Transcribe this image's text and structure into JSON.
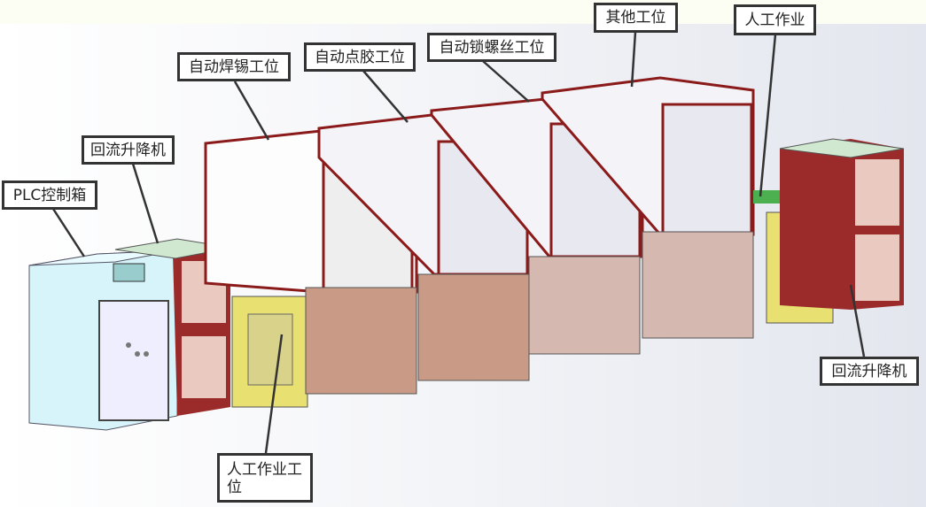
{
  "callouts": {
    "plc_box": "PLC控制箱",
    "reflow_lift_left": "回流升降机",
    "auto_soldering": "自动焊锡工位",
    "auto_dispensing": "自动点胶工位",
    "auto_screw": "自动锁螺丝工位",
    "other_station": "其他工位",
    "manual_work": "人工作业",
    "reflow_lift_right": "回流升降机",
    "manual_station": "人工作业工位"
  },
  "colors": {
    "frame_red": "#8b1a1a",
    "cabinet_brown": "#c99a86",
    "yellow": "#e8e070",
    "cyan": "#d6f4fa",
    "pink_glass": "#e9c9c0"
  }
}
